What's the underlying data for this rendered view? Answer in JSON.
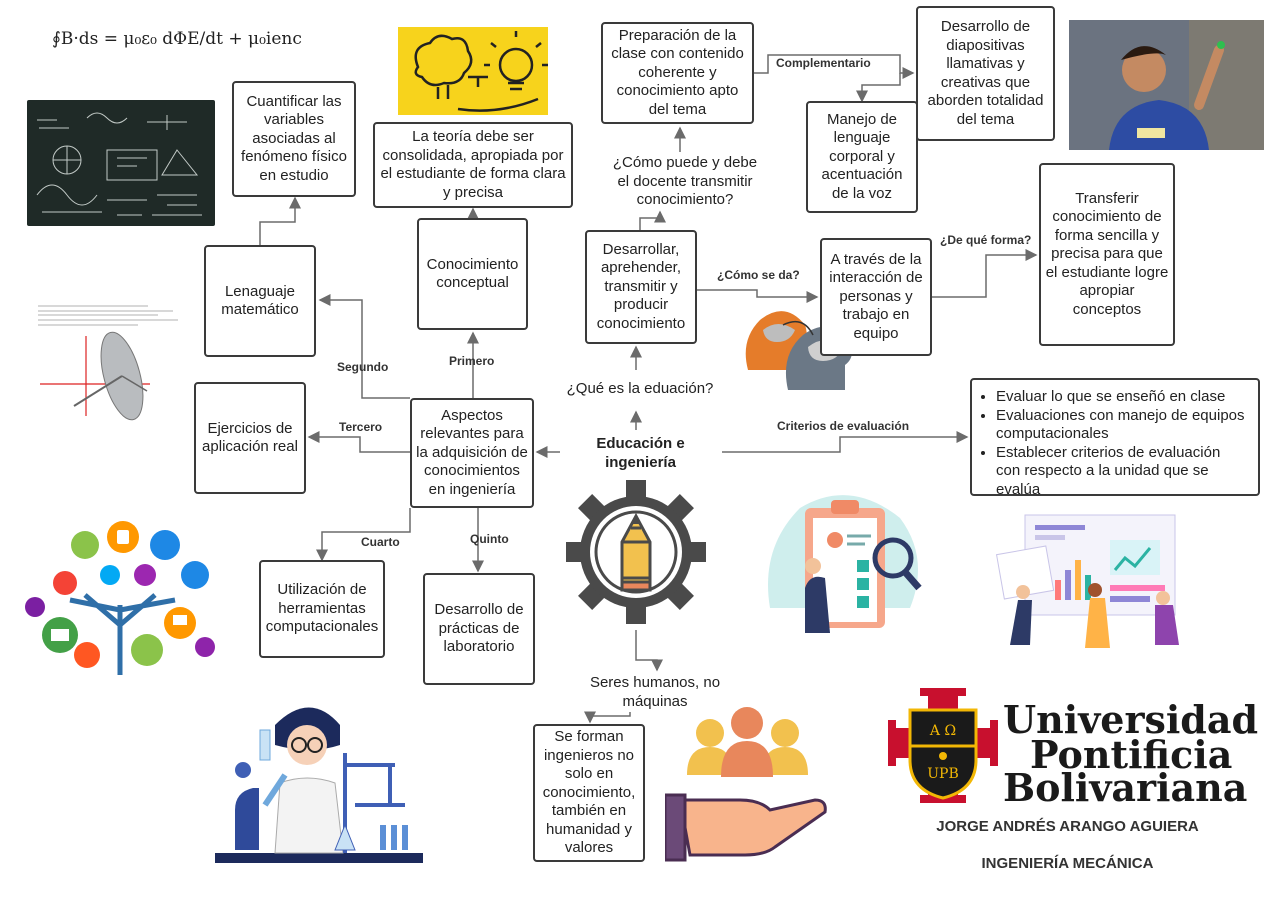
{
  "formula": "∮B·ds = μ₀ε₀ dΦE/dt + μ₀ienc",
  "center": "Educación e ingeniería",
  "questions": {
    "what_is": "¿Qué es la eduación?",
    "how_transmit": "¿Cómo puede y debe el docente transmitir conocimiento?",
    "humans": "Seres humanos, no máquinas"
  },
  "labels": {
    "primero": "Primero",
    "segundo": "Segundo",
    "tercero": "Tercero",
    "cuarto": "Cuarto",
    "quinto": "Quinto",
    "complementario": "Complementario",
    "como_se_da": "¿Cómo se da?",
    "de_que_forma": "¿De qué forma?",
    "criterios": "Criterios de evaluación"
  },
  "boxes": {
    "cuantificar": "Cuantificar las variables asociadas al fenómeno físico en estudio",
    "teoria": "La teoría debe ser consolidada, apropiada por el estudiante de forma clara y precisa",
    "lenguaje": "Lenaguaje matemático",
    "conceptual": "Conocimiento conceptual",
    "aspectos": "Aspectos relevantes para la adquisición de conocimientos en ingeniería",
    "ejercicios": "Ejercicios de aplicación real",
    "herramientas": "Utilización de herramientas computacionales",
    "practicas": "Desarrollo de prácticas de laboratorio",
    "desarrollar": "Desarrollar, aprehender, transmitir y producir conocimiento",
    "preparacion": "Preparación de la clase con contenido coherente y conocimiento apto del tema",
    "diapositivas": "Desarrollo de diapositivas llamativas y creativas que aborden totalidad del tema",
    "lenguaje_corporal": "Manejo de lenguaje corporal y acentuación de la voz",
    "interaccion": "A través de la interacción de personas y trabajo en equipo",
    "transferir": "Transferir conocimiento de forma sencilla y precisa para que el estudiante logre apropiar conceptos",
    "se_forman": "Se forman ingenieros no solo en conocimiento, también en humanidad y valores"
  },
  "evaluation": [
    "Evaluar lo  que se enseñó en clase",
    "Evaluaciones con manejo de equipos computacionales",
    "Establecer criterios de evaluación con respecto a la unidad que se evalúa"
  ],
  "university": {
    "line1": "Universidad",
    "line2": "Pontificia",
    "line3": "Bolivariana",
    "crest_top": "A  Ω",
    "crest_bottom": "UPB"
  },
  "author": "JORGE ANDRÉS ARANGO AGUIERA",
  "program": "INGENIERÍA MECÁNICA",
  "colors": {
    "line": "#6b6b6b",
    "crest_red": "#c8102e",
    "crest_gold": "#f2b705",
    "gear": "#4a4a4a",
    "pencil": "#f2c14e"
  }
}
